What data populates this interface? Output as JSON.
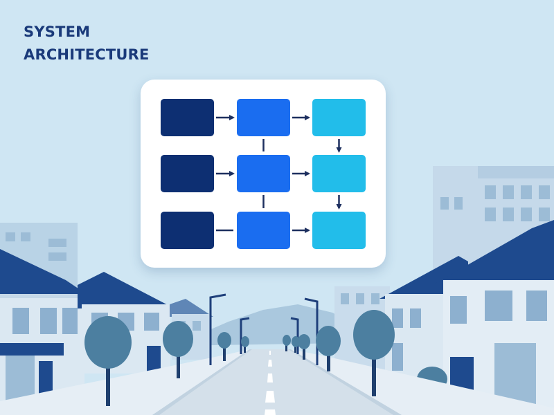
{
  "title": {
    "line1": "SYSTEM",
    "line2": "ARCHITECTURE"
  },
  "colors": {
    "sky": "#cfe6f3",
    "title": "#1a3a7a",
    "node_navy": "#0d2f72",
    "node_blue": "#1a6df0",
    "node_cyan": "#22bdea",
    "arrow": "#1d2f5f",
    "card": "#ffffff"
  },
  "diagram": {
    "nodes": [
      {
        "id": "r1c1",
        "color": "node_navy"
      },
      {
        "id": "r1c2",
        "color": "node_blue"
      },
      {
        "id": "r1c3",
        "color": "node_cyan"
      },
      {
        "id": "r2c1",
        "color": "node_navy"
      },
      {
        "id": "r2c2",
        "color": "node_blue"
      },
      {
        "id": "r2c3",
        "color": "node_cyan"
      },
      {
        "id": "r3c1",
        "color": "node_navy"
      },
      {
        "id": "r3c2",
        "color": "node_blue"
      },
      {
        "id": "r3c3",
        "color": "node_cyan"
      }
    ],
    "edges": [
      {
        "from": "r1c1",
        "to": "r1c2",
        "arrow": true
      },
      {
        "from": "r1c2",
        "to": "r1c3",
        "arrow": true
      },
      {
        "from": "r2c1",
        "to": "r2c2",
        "arrow": true
      },
      {
        "from": "r2c2",
        "to": "r2c3",
        "arrow": true
      },
      {
        "from": "r3c1",
        "to": "r3c2",
        "arrow": false
      },
      {
        "from": "r3c2",
        "to": "r3c3",
        "arrow": true
      },
      {
        "from": "r1c2",
        "to": "r2c2",
        "arrow": false
      },
      {
        "from": "r2c2",
        "to": "r3c2",
        "arrow": false
      },
      {
        "from": "r1c3",
        "to": "r2c3",
        "arrow": true
      },
      {
        "from": "r2c3",
        "to": "r3c3",
        "arrow": true
      }
    ]
  }
}
